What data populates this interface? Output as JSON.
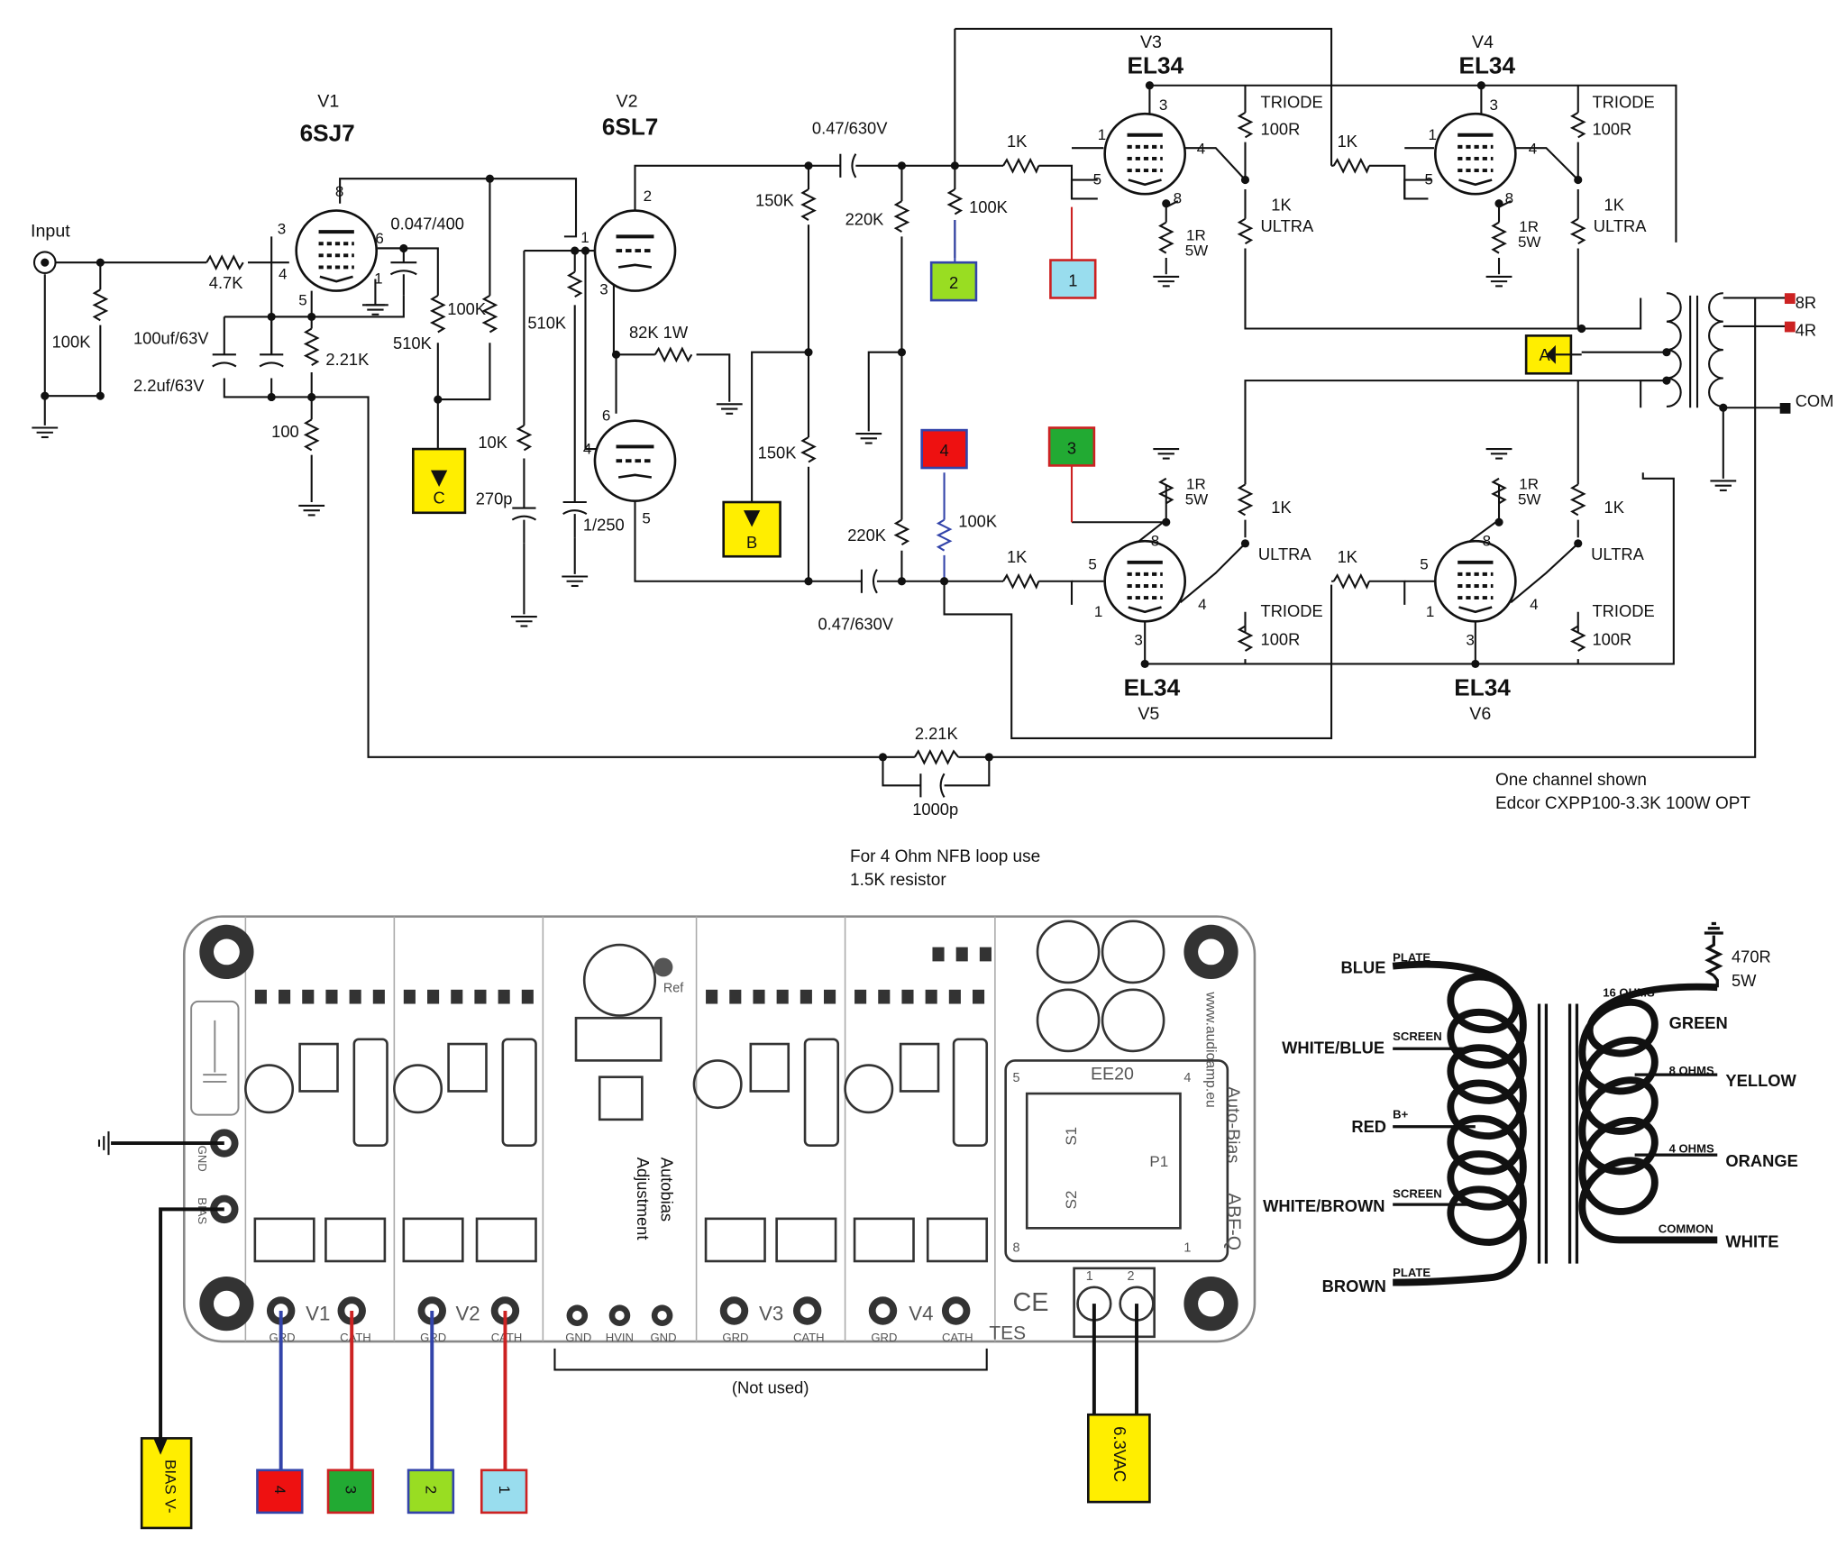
{
  "input": {
    "label": "Input"
  },
  "tubes": {
    "v1": {
      "ref": "V1",
      "type": "6SJ7"
    },
    "v2": {
      "ref": "V2",
      "type": "6SL7"
    },
    "v3": {
      "ref": "V3",
      "type": "EL34"
    },
    "v4": {
      "ref": "V4",
      "type": "EL34"
    },
    "v5": {
      "ref": "V5",
      "type": "EL34"
    },
    "v6": {
      "ref": "V6",
      "type": "EL34"
    }
  },
  "parts": {
    "r_input": "100K",
    "r_grid_stop": "4.7K",
    "c_bypass1": "100uf/63V",
    "c_bypass2": "2.2uf/63V",
    "r_cathode_v1": "2.21K",
    "r_100": "100",
    "c_screen": "0.047/400",
    "r_plate_v1": "100K",
    "r_510_a": "510K",
    "r_510_b": "510K",
    "r_10k": "10K",
    "c_270p": "270p",
    "c_1_250": "1/250",
    "r_82k": "82K 1W",
    "r_150k_top": "150K",
    "r_150k_bot": "150K",
    "c_coupling_top": "0.47/630V",
    "c_coupling_bot": "0.47/630V",
    "r_220k_top": "220K",
    "r_220k_bot": "220K",
    "r_100k_top": "100K",
    "r_100k_bot": "100K",
    "r_1k": "1K",
    "r_1r": "1R",
    "r_5w": "5W",
    "r_triode": "TRIODE",
    "r_100r": "100R",
    "r_ultra": "ULTRA",
    "r_nfb": "2.21K",
    "c_nfb": "1000p"
  },
  "pins": {
    "p1": "1",
    "p2": "2",
    "p3": "3",
    "p4": "4",
    "p5": "5",
    "p6": "6",
    "p8": "8"
  },
  "outputs": {
    "r8": "8R",
    "r4": "4R",
    "com": "COM"
  },
  "connectors": {
    "a": "A",
    "b": "B",
    "c": "C",
    "n1": "1",
    "n2": "2",
    "n3": "3",
    "n4": "4"
  },
  "notes": {
    "one_channel": "One channel shown",
    "opt": "Edcor CXPP100-3.3K 100W OPT",
    "nfb_line1": "For 4 Ohm NFB loop use",
    "nfb_line2": "1.5K resistor"
  },
  "board": {
    "pad_labels": {
      "gnd": "GND",
      "bias": "BIAS",
      "grd": "GRD",
      "cath": "CATH",
      "hvin": "HVIN",
      "v1": "V1",
      "v2": "V2",
      "v3": "V3",
      "v4": "V4"
    },
    "ref": "Ref",
    "autobias_1": "Autobias",
    "autobias_2": "Adjustment",
    "ee20": "EE20",
    "s1": "S1",
    "s2": "S2",
    "p1": "P1",
    "corner_5": "5",
    "corner_4": "4",
    "corner_8": "8",
    "corner_1": "1",
    "brand1": "Auto-Bias",
    "brand2": "www.audioamp.eu",
    "model": "ABF-Q",
    "ce": "CE",
    "tes": "TES",
    "term1": "1",
    "term2": "2",
    "not_used": "(Not used)",
    "bias_v": "BIAS V-",
    "vac": "6.3VAC"
  },
  "transformer": {
    "primary": [
      "BLUE",
      "WHITE/BLUE",
      "RED",
      "WHITE/BROWN",
      "BROWN"
    ],
    "primary_taps": [
      "PLATE",
      "SCREEN",
      "B+",
      "SCREEN",
      "PLATE"
    ],
    "secondary": [
      "GREEN",
      "YELLOW",
      "ORANGE",
      "WHITE"
    ],
    "secondary_taps": [
      "16 OHMS",
      "8 OHMS",
      "4 OHMS",
      "COMMON"
    ],
    "load": "470R",
    "load_w": "5W"
  },
  "colors": {
    "yellow": "#ffee00",
    "green_light": "#99dd22",
    "blue_light": "#99ddee",
    "red": "#ee1111",
    "green_dark": "#22aa33",
    "wire_blue": "#3344aa",
    "wire_red": "#cc2222"
  }
}
